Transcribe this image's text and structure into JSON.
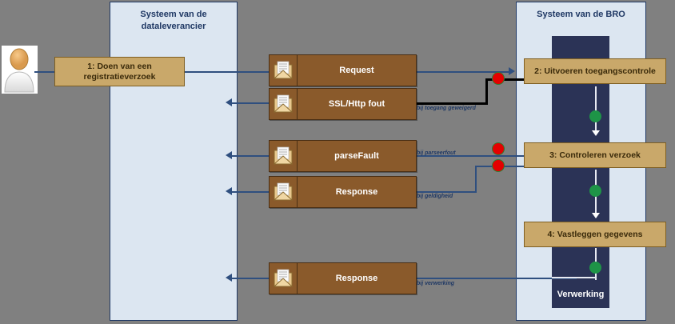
{
  "lanes": {
    "left": {
      "title": "Systeem van de\ndataleverancier",
      "line1": "Systeem van de",
      "line2": "dataleverancier"
    },
    "right": {
      "title": "Systeem van de BRO",
      "band_label": "Verwerking"
    }
  },
  "actor": {
    "name": "actor-user-icon"
  },
  "process_steps": [
    {
      "id": "step1",
      "label": "1: Doen van een\nregistratieverzoek",
      "line1": "1: Doen van een",
      "line2": "registratieverzoek"
    },
    {
      "id": "step2",
      "label": "2: Uitvoeren toegangscontrole"
    },
    {
      "id": "step3",
      "label": "3:  Controleren verzoek"
    },
    {
      "id": "step4",
      "label": "4: Vastleggen gegevens"
    }
  ],
  "messages": [
    {
      "id": "msg-request",
      "label": "Request"
    },
    {
      "id": "msg-ssl-fout",
      "label": "SSL/Http fout"
    },
    {
      "id": "msg-parsefault",
      "label": "parseFault"
    },
    {
      "id": "msg-response-1",
      "label": "Response"
    },
    {
      "id": "msg-response-2",
      "label": "Response"
    }
  ],
  "annotations": [
    {
      "id": "anno-toegang",
      "text": "bij toegang geweigerd"
    },
    {
      "id": "anno-parse",
      "text": "bij parseerfout"
    },
    {
      "id": "anno-geldig",
      "text": "bij geldigheid"
    },
    {
      "id": "anno-verwerk",
      "text": "bij verwerking"
    }
  ],
  "colors": {
    "lane_fill": "#dce6f1",
    "lane_border": "#1f3864",
    "canvas": "#808080",
    "band": "#2b3356",
    "process": "#c9a86a",
    "message": "#8a5a2b",
    "connector": "#2f4f7f",
    "error_dot": "#e40000",
    "ok_dot": "#1e9447"
  }
}
